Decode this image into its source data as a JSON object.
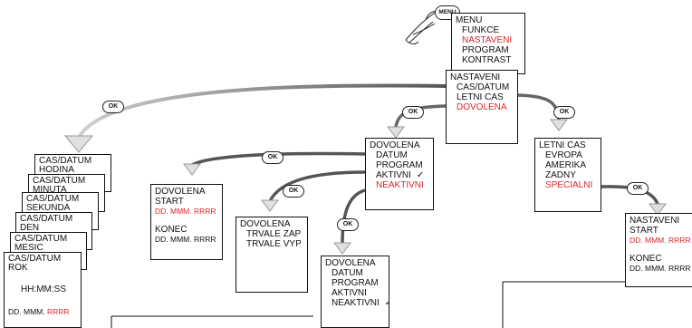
{
  "button_labels": {
    "menu": "MENU",
    "ok": "OK"
  },
  "main_menu": {
    "items": [
      "MENU",
      "FUNKCE",
      "NASTAVENI",
      "PROGRAM",
      "KONTRAST"
    ]
  },
  "nastaveni_menu": {
    "items": [
      "NASTAVENI",
      "CAS/DATUM",
      "LETNI CAS",
      "DOVOLENA"
    ]
  },
  "datetime_stack": [
    {
      "title": "CAS/DATUM",
      "sub": "HODINA"
    },
    {
      "title": "CAS/DATUM",
      "sub": "MINUTA"
    },
    {
      "title": "CAS/DATUM",
      "sub": "SEKUNDA"
    },
    {
      "title": "CAS/DATUM",
      "sub": "DEN"
    },
    {
      "title": "CAS/DATUM",
      "sub": "MESIC"
    },
    {
      "title": "CAS/DATUM",
      "sub": "ROK",
      "time": "HH:MM:SS",
      "date_prefix": "DD. MMM.",
      "date_year": "RRRR"
    }
  ],
  "dovolena_menu": {
    "items": [
      "DOVOLENA",
      "DATUM",
      "PROGRAM",
      "AKTIVNI",
      "NEAKTIVNI"
    ],
    "check": "✓"
  },
  "dovolena_dates": {
    "title": "DOVOLENA",
    "start": "START",
    "start_value": "DD. MMM. RRRR",
    "end": "KONEC",
    "end_value": "DD. MMM. RRRR"
  },
  "dovolena_trvale": {
    "title": "DOVOLENA",
    "on": "TRVALE ZAP",
    "off": "TRVALE VYP"
  },
  "dovolena_result": {
    "items": [
      "DOVOLENA",
      "DATUM",
      "PROGRAM",
      "AKTIVNI",
      "NEAKTIVNI"
    ],
    "check": "✓"
  },
  "letni_cas_menu": {
    "items": [
      "LETNI CAS",
      "EVROPA",
      "AMERIKA",
      "ZADNY",
      "SPECIALNI"
    ]
  },
  "letni_cas_special": {
    "title": "NASTAVENI",
    "start": "START",
    "start_value": "DD. MMM. RRRR",
    "end": "KONEC",
    "end_value": "DD. MMM. RRRR"
  }
}
